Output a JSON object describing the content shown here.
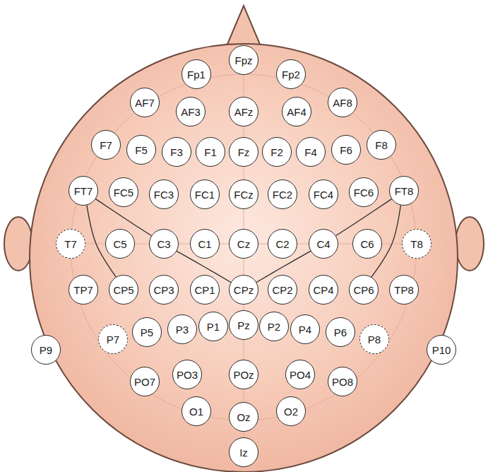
{
  "diagram": {
    "nodes": [
      {
        "text": [
          "Fp1"
        ]
      },
      {
        "text": [
          "Fpz"
        ]
      },
      {
        "text": [
          "Fp2"
        ]
      },
      {
        "text": [
          "AF7"
        ]
      },
      {
        "text": [
          "AF3"
        ]
      },
      {
        "text": [
          "AFz"
        ]
      },
      {
        "text": [
          "AF4"
        ]
      },
      {
        "text": [
          "AF8"
        ]
      },
      {
        "text": [
          "F7"
        ]
      },
      {
        "text": [
          "F5"
        ]
      },
      {
        "text": [
          "F3"
        ]
      },
      {
        "text": [
          "F1"
        ]
      },
      {
        "text": [
          "Fz"
        ]
      },
      {
        "text": [
          "F2"
        ]
      },
      {
        "text": [
          "F4"
        ]
      },
      {
        "text": [
          "F6"
        ]
      },
      {
        "text": [
          "F8"
        ]
      },
      {
        "text": [
          "FT7"
        ]
      },
      {
        "text": [
          "FC5"
        ]
      },
      {
        "text": [
          "FC3"
        ]
      },
      {
        "text": [
          "FC1"
        ]
      },
      {
        "text": [
          "FCz"
        ]
      },
      {
        "text": [
          "FC2"
        ]
      },
      {
        "text": [
          "FC4"
        ]
      },
      {
        "text": [
          "FC6"
        ]
      },
      {
        "text": [
          "FT8"
        ]
      },
      {
        "text": [
          "T7"
        ]
      },
      {
        "text": [
          "C5"
        ]
      },
      {
        "text": [
          "C3"
        ]
      },
      {
        "text": [
          "C1"
        ]
      },
      {
        "text": [
          "Cz"
        ]
      },
      {
        "text": [
          "C2"
        ]
      },
      {
        "text": [
          "C4"
        ]
      },
      {
        "text": [
          "C6"
        ]
      },
      {
        "text": [
          "T8"
        ]
      },
      {
        "text": [
          "TP7"
        ]
      },
      {
        "text": [
          "CP5"
        ]
      },
      {
        "text": [
          "CP3"
        ]
      },
      {
        "text": [
          "CP1"
        ]
      },
      {
        "text": [
          "CPz"
        ]
      },
      {
        "text": [
          "CP2"
        ]
      },
      {
        "text": [
          "CP4"
        ]
      },
      {
        "text": [
          "CP6"
        ]
      },
      {
        "text": [
          "TP8"
        ]
      },
      {
        "text": [
          "P9"
        ]
      },
      {
        "text": [
          "P7"
        ]
      },
      {
        "text": [
          "P5"
        ]
      },
      {
        "text": [
          "P3"
        ]
      },
      {
        "text": [
          "P1"
        ]
      },
      {
        "text": [
          "Pz"
        ]
      },
      {
        "text": [
          "P2"
        ]
      },
      {
        "text": [
          "P4"
        ]
      },
      {
        "text": [
          "P6"
        ]
      },
      {
        "text": [
          "P8"
        ]
      },
      {
        "text": [
          "P10"
        ]
      },
      {
        "text": [
          "PO7"
        ]
      },
      {
        "text": [
          "PO3"
        ]
      },
      {
        "text": [
          "POz"
        ]
      },
      {
        "text": [
          "PO4"
        ]
      },
      {
        "text": [
          "PO8"
        ]
      },
      {
        "text": [
          "O1"
        ]
      },
      {
        "text": [
          "Oz"
        ]
      },
      {
        "text": [
          "O2"
        ]
      },
      {
        "text": [
          "Iz"
        ]
      }
    ],
    "edges": [
      {
        "from": 17,
        "to": 28,
        "arrow": "none"
      },
      {
        "from": 17,
        "to": 36,
        "arrow": "none"
      },
      {
        "from": 28,
        "to": 39,
        "arrow": "none"
      },
      {
        "from": 39,
        "to": 32,
        "arrow": "none"
      },
      {
        "from": 25,
        "to": 32,
        "arrow": "none"
      },
      {
        "from": 25,
        "to": 42,
        "arrow": "none"
      }
    ]
  }
}
